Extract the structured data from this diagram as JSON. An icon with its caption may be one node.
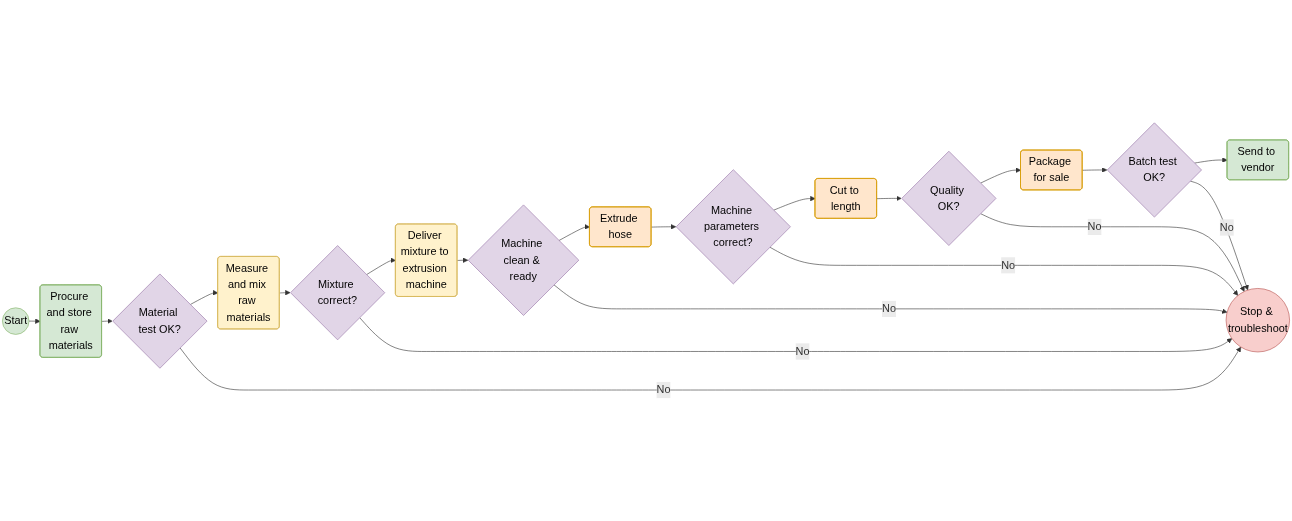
{
  "diagram": {
    "nodes": [
      {
        "text": [
          "Start"
        ]
      },
      {
        "text": [
          "Procure and store raw materials"
        ]
      },
      {
        "text": [
          "Material test OK?"
        ]
      },
      {
        "text": [
          "Measure and mix raw materials"
        ]
      },
      {
        "text": [
          "Mixture correct?"
        ]
      },
      {
        "text": [
          "Deliver mixture to extrusion machine"
        ]
      },
      {
        "text": [
          "Machine clean & ready"
        ]
      },
      {
        "text": [
          "Extrude hose"
        ]
      },
      {
        "text": [
          "Machine parameters correct?"
        ]
      },
      {
        "text": [
          "Cut to length"
        ]
      },
      {
        "text": [
          "Quality OK?"
        ]
      },
      {
        "text": [
          "Package for sale"
        ]
      },
      {
        "text": [
          "Batch test OK?"
        ]
      },
      {
        "text": [
          "Send to vendor"
        ]
      },
      {
        "text": [
          "Stop & troubleshoot"
        ]
      }
    ],
    "edges": [
      {
        "from": 0,
        "to": 1,
        "arrow": "to"
      },
      {
        "from": 1,
        "to": 2,
        "arrow": "to"
      },
      {
        "from": 2,
        "to": 3,
        "arrow": "to"
      },
      {
        "from": 3,
        "to": 4,
        "arrow": "to"
      },
      {
        "from": 4,
        "to": 5,
        "arrow": "to"
      },
      {
        "from": 5,
        "to": 6,
        "arrow": "to"
      },
      {
        "from": 6,
        "to": 7,
        "arrow": "to"
      },
      {
        "from": 7,
        "to": 8,
        "arrow": "to"
      },
      {
        "from": 8,
        "to": 9,
        "arrow": "to"
      },
      {
        "from": 9,
        "to": 10,
        "arrow": "to"
      },
      {
        "from": 10,
        "to": 11,
        "arrow": "to"
      },
      {
        "from": 11,
        "to": 12,
        "arrow": "to"
      },
      {
        "from": 12,
        "to": 13,
        "arrow": "to"
      },
      {
        "from": 2,
        "to": 14,
        "arrow": "to",
        "label": "No"
      },
      {
        "from": 4,
        "to": 14,
        "arrow": "to",
        "label": "No"
      },
      {
        "from": 6,
        "to": 14,
        "arrow": "to",
        "label": "No"
      },
      {
        "from": 8,
        "to": 14,
        "arrow": "to",
        "label": "No"
      },
      {
        "from": 10,
        "to": 14,
        "arrow": "to",
        "label": "No"
      },
      {
        "from": 12,
        "to": 14,
        "arrow": "to",
        "label": "No"
      }
    ]
  }
}
